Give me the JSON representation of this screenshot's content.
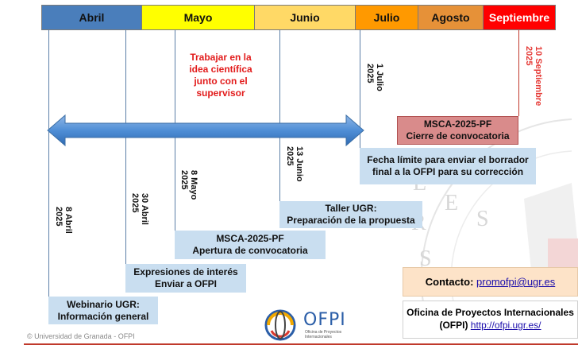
{
  "months": [
    "Abril",
    "Mayo",
    "Junio",
    "Julio",
    "Agosto",
    "Septiembre"
  ],
  "colors": {
    "abril": "#4a7ebb",
    "mayo": "#ffff00",
    "junio": "#ffd966",
    "julio": "#ff9900",
    "agosto": "#e69138",
    "septiembre": "#ff0000",
    "box_blue": "#c9def0",
    "box_pink": "#d98b8b",
    "contact_bg": "#fde3c8",
    "arrow": "#4f8ed6"
  },
  "dates": {
    "abril_8": "8 Abril\n2025",
    "abril_30": "30 Abril\n2025",
    "mayo_8": "8 Mayo\n2025",
    "junio_13": "13 Junio\n2025",
    "julio_1": "1 Julio\n2025",
    "septiembre_10": "10 Septiembre\n2025"
  },
  "note": {
    "line1": "Trabajar en la",
    "line2": "idea científica",
    "line3": "junto con el",
    "line4": "supervisor"
  },
  "events": {
    "webinario": {
      "line1": "Webinario UGR:",
      "line2": "Información general"
    },
    "expresiones": {
      "line1": "Expresiones de interés",
      "line2": "Enviar a OFPI"
    },
    "apertura": {
      "line1": "MSCA-2025-PF",
      "line2": "Apertura de convocatoria"
    },
    "taller": {
      "line1": "Taller UGR:",
      "line2": "Preparación de la propuesta"
    },
    "borrador": {
      "line1": "Fecha límite para enviar el borrador",
      "line2": "final a la OFPI para su corrección"
    },
    "cierre": {
      "line1": "MSCA-2025-PF",
      "line2": "Cierre de convocatoria"
    }
  },
  "contact": {
    "label": "Contacto:",
    "email": "promofpi@ugr.es"
  },
  "office": {
    "line1": "Oficina de Proyectos Internacionales",
    "line2_prefix": "(OFPI)",
    "url": "http://ofpi.ugr.es/"
  },
  "logo": {
    "name": "OFPI",
    "subtitle_line1": "Oficina de Proyectos",
    "subtitle_line2": "Internacionales"
  },
  "footer": "© Universidad de Granada - OFPI",
  "watermark": [
    "E",
    "R",
    "S",
    "E",
    "S"
  ]
}
